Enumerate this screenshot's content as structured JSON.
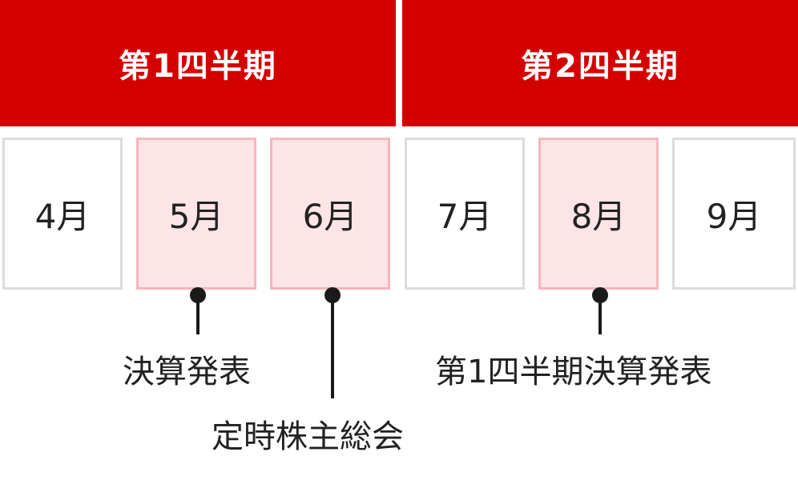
{
  "quarters": [
    {
      "label": "第1四半期"
    },
    {
      "label": "第2四半期"
    }
  ],
  "months": [
    {
      "label": "4月",
      "highlighted": false
    },
    {
      "label": "5月",
      "highlighted": true
    },
    {
      "label": "6月",
      "highlighted": true
    },
    {
      "label": "7月",
      "highlighted": false
    },
    {
      "label": "8月",
      "highlighted": true
    },
    {
      "label": "9月",
      "highlighted": false
    }
  ],
  "events": [
    {
      "month": "5月",
      "label": "決算発表"
    },
    {
      "month": "6月",
      "label": "定時株主総会"
    },
    {
      "month": "8月",
      "label": "第1四半期決算発表"
    }
  ],
  "colors": {
    "quarter_bg": "#d40000",
    "highlight_bg": "#fde4e6",
    "highlight_border": "#f7b6bd",
    "default_border": "#dcdcdc"
  }
}
